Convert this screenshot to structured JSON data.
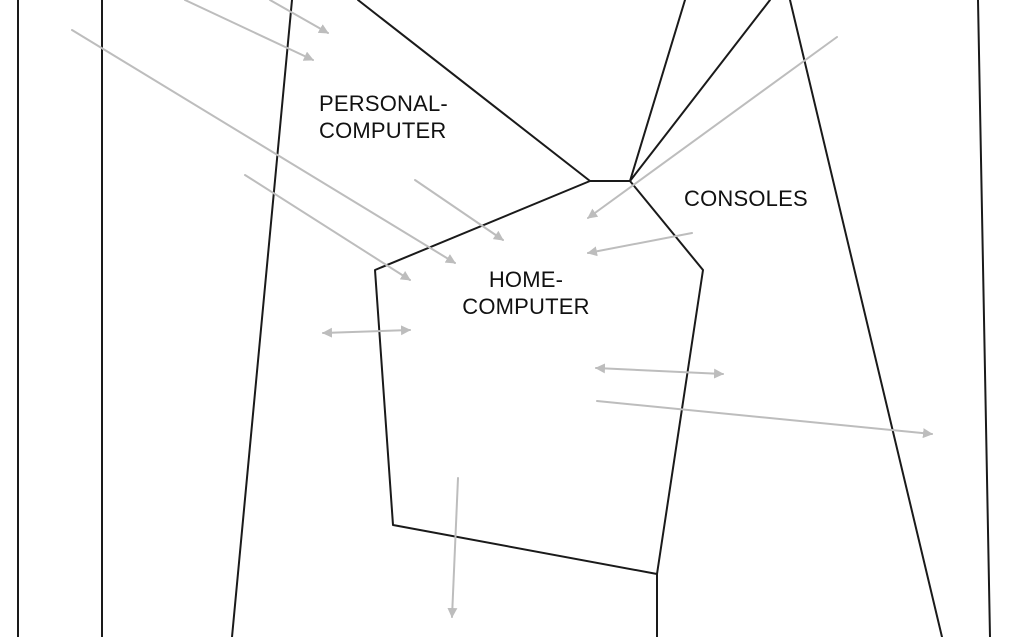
{
  "regions": {
    "personal_computer": {
      "line1": "PERSONAL-",
      "line2": "COMPUTER"
    },
    "consoles": {
      "label": "CONSOLES"
    },
    "home_computer": {
      "line1": "HOME-",
      "line2": "COMPUTER"
    }
  },
  "colors": {
    "boundary_line": "#1a1a1a",
    "arrow": "#bdbdbd",
    "background": "#ffffff",
    "text": "#111111"
  }
}
